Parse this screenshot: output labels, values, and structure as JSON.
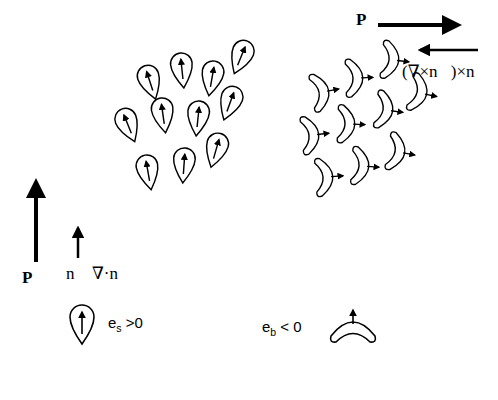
{
  "diagram": {
    "labels": [
      "P⃗",
      "(∇×n⃗)×n⃗",
      "P⃗",
      "n⃗ ∇·n⃗",
      "es >0",
      "eb < 0"
    ]
  }
}
